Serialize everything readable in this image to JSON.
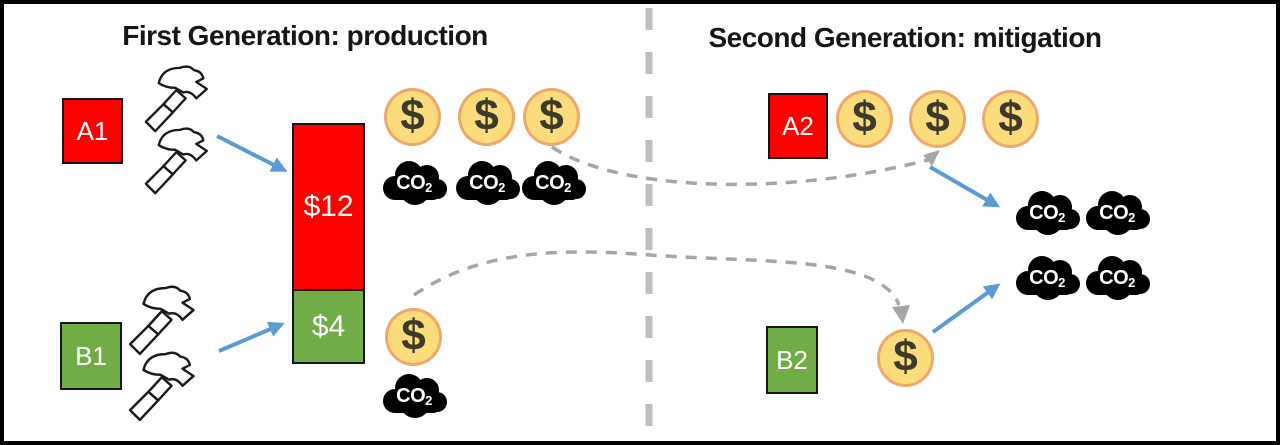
{
  "left_panel": {
    "title": "First Generation: production",
    "actor_a": {
      "label": "A1",
      "color": "#FF0000",
      "tools": 2,
      "coins": 3,
      "co2_clouds": 3
    },
    "actor_b": {
      "label": "B1",
      "color": "#70AD47",
      "tools": 2,
      "coins": 1,
      "co2_clouds": 1
    },
    "bar": {
      "top_segment": {
        "label": "$12",
        "value": 12,
        "color": "#FF0000"
      },
      "bottom_segment": {
        "label": "$4",
        "value": 4,
        "color": "#70AD47"
      }
    }
  },
  "right_panel": {
    "title": "Second Generation: mitigation",
    "actor_a": {
      "label": "A2",
      "color": "#FF0000",
      "coins": 3
    },
    "actor_b": {
      "label": "B2",
      "color": "#70AD47",
      "coins": 1
    },
    "co2_cloud_rows": 2,
    "co2_clouds_per_row": 2
  },
  "coin": {
    "symbol": "$",
    "fill": "#FBDC7C",
    "border": "#F0A76A",
    "symbol_color": "#3E3A2B"
  },
  "cloud": {
    "text": "CO",
    "sub": "2",
    "fill": "#000000",
    "text_color": "#FFFFFF"
  },
  "colors": {
    "blue_arrow": "#5B9BD5",
    "gray_dashed_arrow": "#A6A6A6",
    "divider": "#BFBFBF",
    "frame_border": "#000000",
    "background": "#FFFFFF"
  }
}
